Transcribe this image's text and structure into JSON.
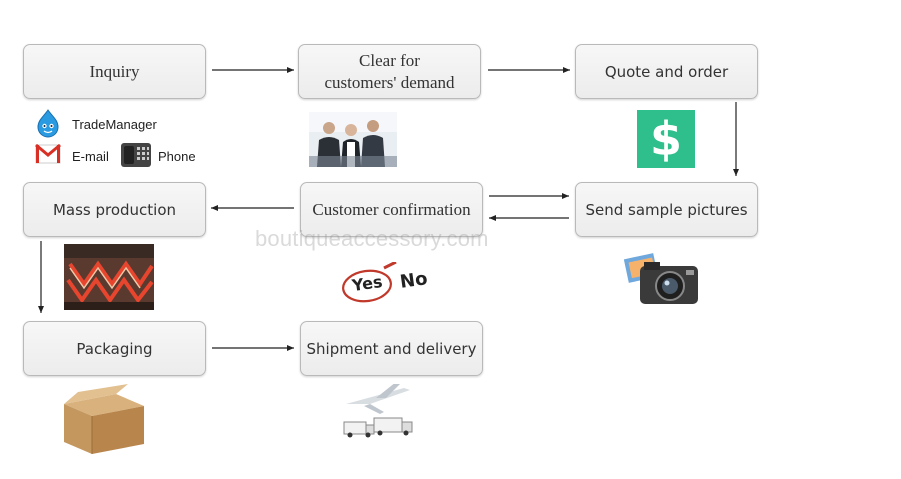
{
  "steps": {
    "inquiry": "Inquiry",
    "clear_line1": "Clear for",
    "clear_line2": "customers' demand",
    "quote": "Quote and order",
    "send_pictures": "Send sample pictures",
    "customer_confirmation": "Customer confirmation",
    "mass_production": "Mass production",
    "packaging": "Packaging",
    "shipment": "Shipment and delivery"
  },
  "contacts": {
    "trademanager": "TradeManager",
    "email": "E-mail",
    "phone": "Phone"
  },
  "badges": {
    "yes": "Yes",
    "no": "No",
    "dollar": "$"
  },
  "watermark": "boutiqueaccessory.com",
  "colors": {
    "dollar_bg": "#2fbf8c",
    "box_border": "#b9b9b9",
    "arrow": "#222222"
  }
}
